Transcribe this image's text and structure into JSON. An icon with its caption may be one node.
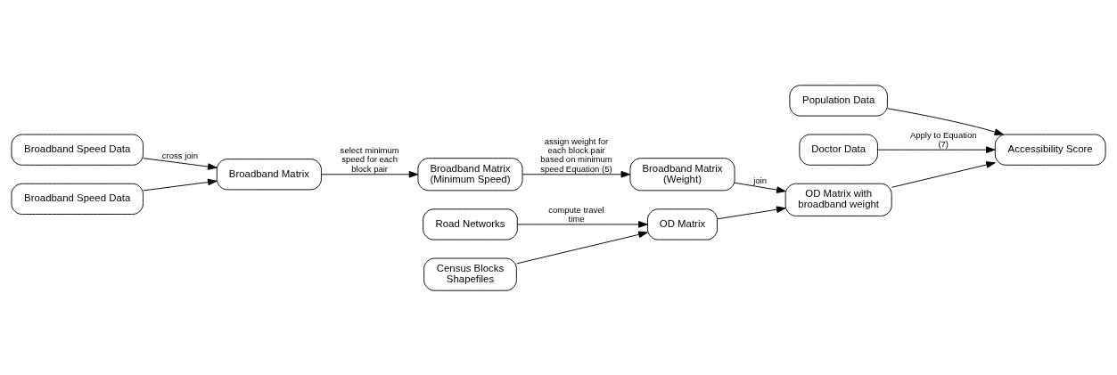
{
  "diagram": {
    "nodes": [
      {
        "text": [
          "Population Data"
        ]
      },
      {
        "text": [
          "Doctor Data"
        ]
      },
      {
        "text": [
          "Broadband Speed Data"
        ]
      },
      {
        "text": [
          "Broadband Speed Data"
        ]
      },
      {
        "text": [
          "Road Networks"
        ]
      },
      {
        "text": [
          "Census Blocks Shapefiles"
        ]
      },
      {
        "text": [
          "Broadband Matrix"
        ]
      },
      {
        "text": [
          "Broadband Matrix (Minimum Speed)"
        ]
      },
      {
        "text": [
          "Broadband Matrix (Weight)"
        ]
      },
      {
        "text": [
          "OD Matrix"
        ]
      },
      {
        "text": [
          "OD Matrix with broadband weight"
        ]
      },
      {
        "text": [
          "Accessibility Score"
        ]
      }
    ],
    "edges": [
      {
        "from": 0,
        "to": 11,
        "arrow": "to"
      },
      {
        "from": 1,
        "to": 11,
        "arrow": "to",
        "label": "Apply to Equation (7)"
      },
      {
        "from": 2,
        "to": 6,
        "arrow": "to",
        "label": "cross join"
      },
      {
        "from": 3,
        "to": 6,
        "arrow": "to"
      },
      {
        "from": 6,
        "to": 7,
        "arrow": "to",
        "label": "select minimum speed for each block pair"
      },
      {
        "from": 7,
        "to": 8,
        "arrow": "to",
        "label": "assign weight for each block pair based on minimum speed Equation (5)"
      },
      {
        "from": 4,
        "to": 9,
        "arrow": "to",
        "label": "compute travel time"
      },
      {
        "from": 5,
        "to": 9,
        "arrow": "to"
      },
      {
        "from": 8,
        "to": 10,
        "arrow": "to",
        "label": "join"
      },
      {
        "from": 9,
        "to": 10,
        "arrow": "to"
      },
      {
        "from": 10,
        "to": 11,
        "arrow": "to"
      }
    ]
  }
}
